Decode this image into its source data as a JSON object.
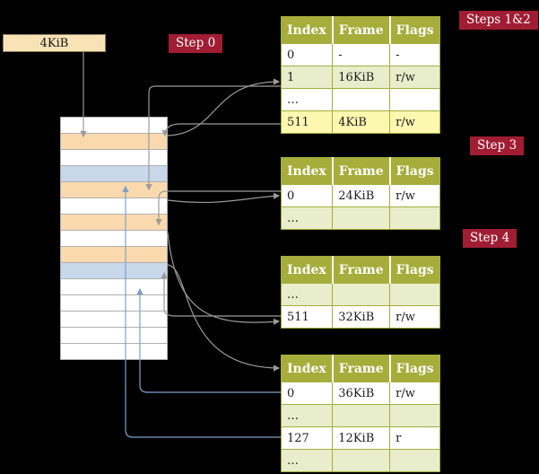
{
  "colors": {
    "background": "#000000",
    "table_header_bg": "#a6ad3a",
    "table_row_green": "#e8edcc",
    "table_row_yellow": "#fcf8b0",
    "table_border": "#a6ad3a",
    "step_label_bg": "#a01d33",
    "step_label_fg": "#ffffff",
    "memory_row_peach": "#f9d9ad",
    "memory_row_blue": "#c8d7e9",
    "pointer_box_bg": "#f7e3b6",
    "arrow_gray": "#9b9b9b",
    "arrow_blue": "#7f9fcc"
  },
  "pointer_box": {
    "label": "4KiB"
  },
  "step_labels": [
    {
      "text": "Steps 1&2"
    },
    {
      "text": "Step 0"
    },
    {
      "text": "Step 3"
    },
    {
      "text": "Step 4"
    }
  ],
  "tables": [
    {
      "headers": [
        "Index",
        "Frame",
        "Flags"
      ],
      "rows": [
        {
          "cells": [
            "0",
            "-",
            "-"
          ],
          "bg": "white"
        },
        {
          "cells": [
            "1",
            "16KiB",
            "r/w"
          ],
          "bg": "green"
        },
        {
          "cells": [
            "…",
            "",
            ""
          ],
          "bg": "white"
        },
        {
          "cells": [
            "511",
            "4KiB",
            "r/w"
          ],
          "bg": "yellow"
        }
      ]
    },
    {
      "headers": [
        "Index",
        "Frame",
        "Flags"
      ],
      "rows": [
        {
          "cells": [
            "0",
            "24KiB",
            "r/w"
          ],
          "bg": "white"
        },
        {
          "cells": [
            "…",
            "",
            ""
          ],
          "bg": "green"
        }
      ]
    },
    {
      "headers": [
        "Index",
        "Frame",
        "Flags"
      ],
      "rows": [
        {
          "cells": [
            "…",
            "",
            ""
          ],
          "bg": "green"
        },
        {
          "cells": [
            "511",
            "32KiB",
            "r/w"
          ],
          "bg": "white"
        }
      ]
    },
    {
      "headers": [
        "Index",
        "Frame",
        "Flags"
      ],
      "rows": [
        {
          "cells": [
            "0",
            "36KiB",
            "r/w"
          ],
          "bg": "white"
        },
        {
          "cells": [
            "…",
            "",
            ""
          ],
          "bg": "green"
        },
        {
          "cells": [
            "127",
            "12KiB",
            "r"
          ],
          "bg": "white"
        },
        {
          "cells": [
            "…",
            "",
            ""
          ],
          "bg": "green"
        }
      ]
    }
  ],
  "memory": {
    "rows": [
      {
        "color": "white"
      },
      {
        "color": "peach"
      },
      {
        "color": "white"
      },
      {
        "color": "blue"
      },
      {
        "color": "peach"
      },
      {
        "color": "white"
      },
      {
        "color": "peach"
      },
      {
        "color": "white"
      },
      {
        "color": "peach"
      },
      {
        "color": "blue"
      },
      {
        "color": "white"
      },
      {
        "color": "white"
      },
      {
        "color": "white"
      },
      {
        "color": "white"
      },
      {
        "color": "white"
      }
    ]
  }
}
